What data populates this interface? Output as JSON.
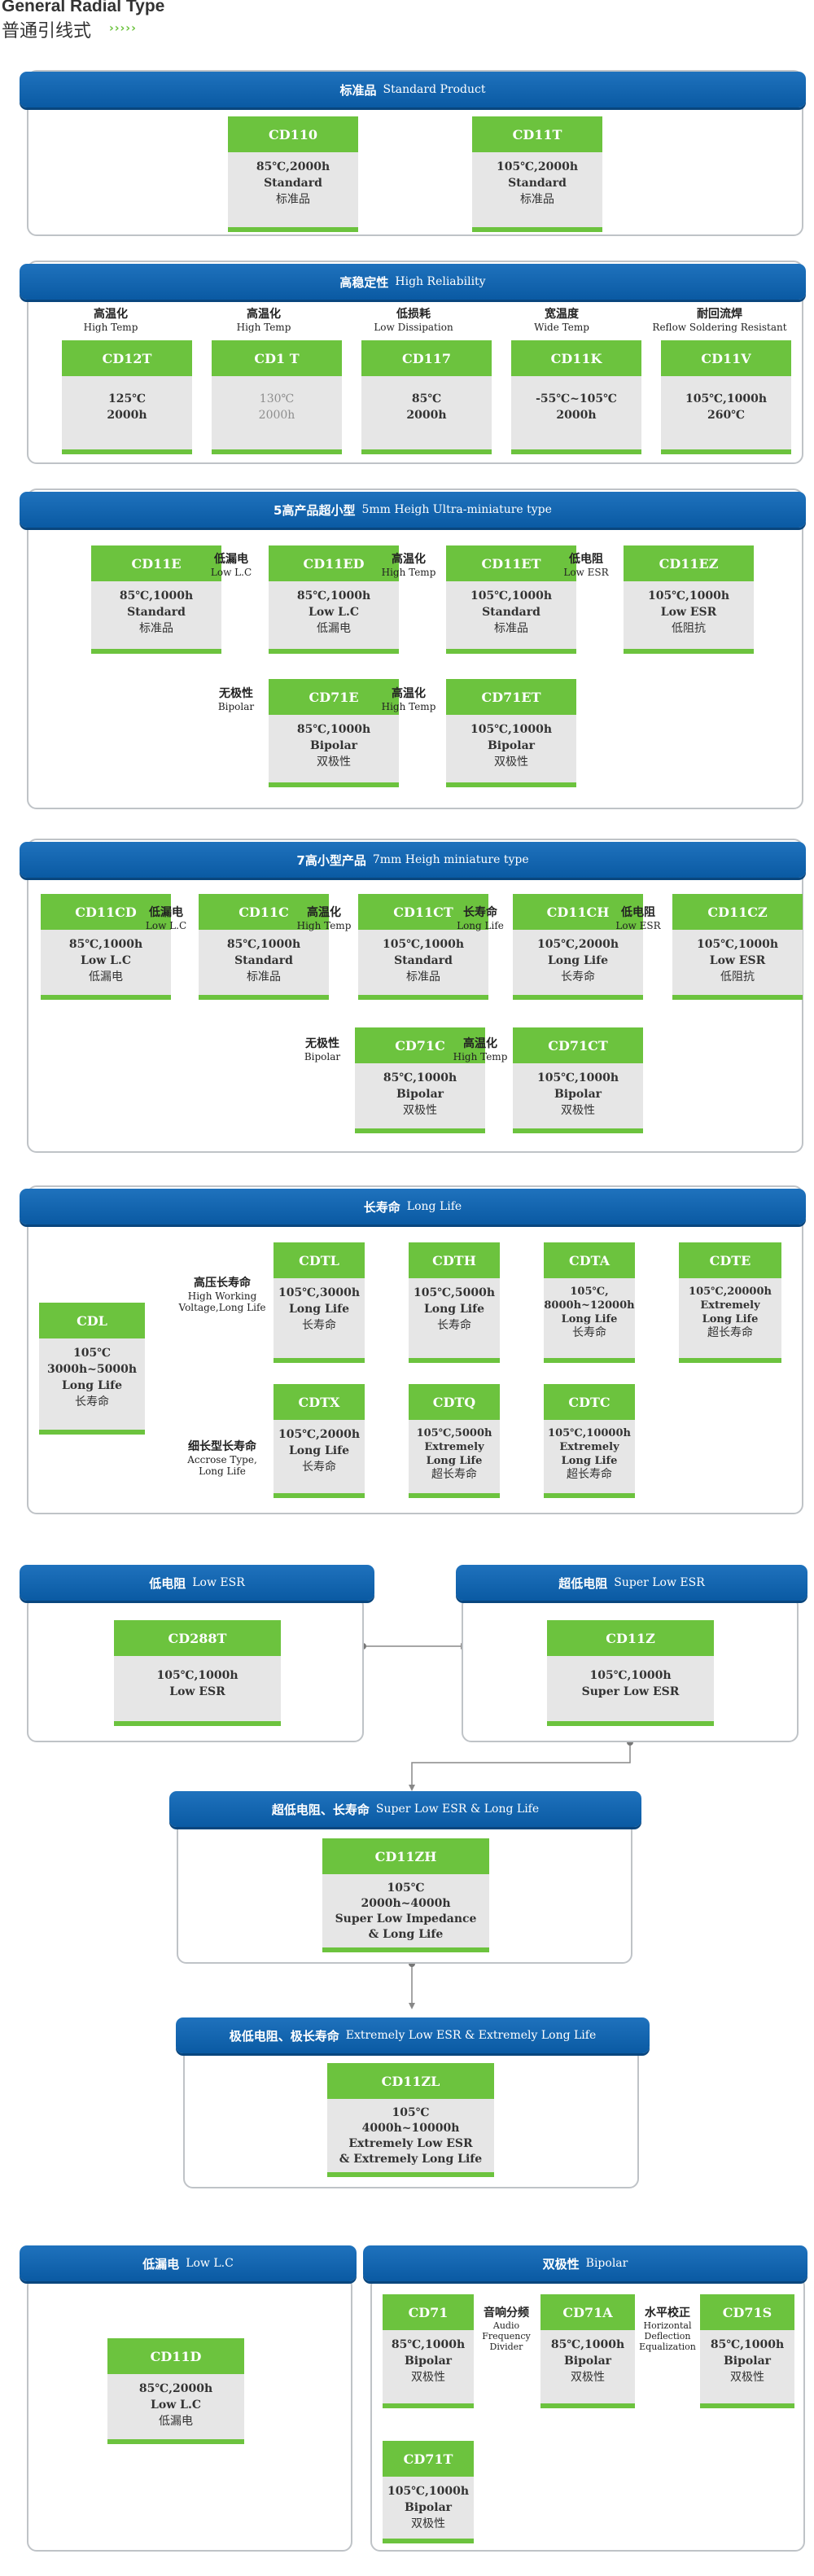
{
  "header": {
    "title": "General Radial Type",
    "subtitle": "普通引线式",
    "arrows": "›››››"
  },
  "s1": {
    "zh": "标准品",
    "en": "Standard  Product",
    "boxes": [
      {
        "code": "CD110",
        "l1": "85℃,2000h",
        "l2": "Standard",
        "l3": "标准品"
      },
      {
        "code": "CD11T",
        "l1": "105℃,2000h",
        "l2": "Standard",
        "l3": "标准品"
      }
    ]
  },
  "s2": {
    "zh": "高稳定性",
    "en": "High Reliability",
    "items": [
      {
        "hzh": "高温化",
        "hen": "High Temp",
        "code": "CD12T",
        "l1": "125℃",
        "l2": "2000h"
      },
      {
        "hzh": "高温化",
        "hen": "High Temp",
        "code": "CD1  T",
        "l1": "130℃",
        "l2": "2000h"
      },
      {
        "hzh": "低损耗",
        "hen": "Low Dissipation",
        "code": "CD117",
        "l1": "85℃",
        "l2": "2000h"
      },
      {
        "hzh": "宽温度",
        "hen": "Wide Temp",
        "code": "CD11K",
        "l1": "-55℃~105℃",
        "l2": "2000h"
      },
      {
        "hzh": "耐回流焊",
        "hen": "Reflow Soldering Resistant",
        "code": "CD11V",
        "l1": "105℃,1000h",
        "l2": "260℃"
      }
    ]
  },
  "s3": {
    "zh": "5高产品超小型",
    "en": "5mm Heigh Ultra-miniature type",
    "boxes": [
      {
        "code": "CD11E",
        "l1": "85℃,1000h",
        "l2": "Standard",
        "l3": "标准品"
      },
      {
        "code": "CD11ED",
        "l1": "85℃,1000h",
        "l2": "Low L.C",
        "l3": "低漏电"
      },
      {
        "code": "CD11ET",
        "l1": "105℃,1000h",
        "l2": "Standard",
        "l3": "标准品"
      },
      {
        "code": "CD11EZ",
        "l1": "105℃,1000h",
        "l2": "Low  ESR",
        "l3": "低阻抗"
      },
      {
        "code": "CD71E",
        "l1": "85℃,1000h",
        "l2": "Bipolar",
        "l3": "双极性"
      },
      {
        "code": "CD71ET",
        "l1": "105℃,1000h",
        "l2": "Bipolar",
        "l3": "双极性"
      }
    ],
    "labels": [
      {
        "zh": "低漏电",
        "en": "Low L.C"
      },
      {
        "zh": "高温化",
        "en": "High Temp"
      },
      {
        "zh": "低电阻",
        "en": "Low ESR"
      },
      {
        "zh": "无极性",
        "en": "Bipolar"
      },
      {
        "zh": "高温化",
        "en": "High Temp"
      }
    ]
  },
  "s4": {
    "zh": "7高小型产品",
    "en": "7mm Heigh miniature type",
    "boxes": [
      {
        "code": "CD11CD",
        "l1": "85℃,1000h",
        "l2": "Low L.C",
        "l3": "低漏电"
      },
      {
        "code": "CD11C",
        "l1": "85℃,1000h",
        "l2": "Standard",
        "l3": "标准品"
      },
      {
        "code": "CD11CT",
        "l1": "105℃,1000h",
        "l2": "Standard",
        "l3": "标准品"
      },
      {
        "code": "CD11CH",
        "l1": "105℃,2000h",
        "l2": "Long Life",
        "l3": "长寿命"
      },
      {
        "code": "CD11CZ",
        "l1": "105℃,1000h",
        "l2": "Low  ESR",
        "l3": "低阻抗"
      },
      {
        "code": "CD71C",
        "l1": "85℃,1000h",
        "l2": "Bipolar",
        "l3": "双极性"
      },
      {
        "code": "CD71CT",
        "l1": "105℃,1000h",
        "l2": "Bipolar",
        "l3": "双极性"
      }
    ],
    "labels": [
      {
        "zh": "低漏电",
        "en": "Low L.C"
      },
      {
        "zh": "高温化",
        "en": "High Temp"
      },
      {
        "zh": "长寿命",
        "en": "Long Life"
      },
      {
        "zh": "低电阻",
        "en": "Low ESR"
      },
      {
        "zh": "无极性",
        "en": "Bipolar"
      },
      {
        "zh": "高温化",
        "en": "High Temp"
      }
    ]
  },
  "s5": {
    "zh": "长寿命",
    "en": "Long Life",
    "cdl": {
      "code": "CDL",
      "l1": "105℃",
      "l2": "3000h~5000h",
      "l3": "Long Life",
      "l4": "长寿命"
    },
    "lab_top": {
      "zh": "高压长寿命",
      "en1": "High Working",
      "en2": "Voltage,Long Life"
    },
    "lab_bot": {
      "zh": "细长型长寿命",
      "en1": "Accrose Type,",
      "en2": "Long Life"
    },
    "boxes": [
      {
        "code": "CDTL",
        "l1": "105℃,3000h",
        "l2": "Long Life",
        "l3": "长寿命"
      },
      {
        "code": "CDTH",
        "l1": "105℃,5000h",
        "l2": "Long Life",
        "l3": "长寿命"
      },
      {
        "code": "CDTA",
        "l1": "105℃,",
        "l2": "8000h~12000h",
        "l3": "Long Life",
        "l4": "长寿命"
      },
      {
        "code": "CDTE",
        "l1": "105℃,20000h",
        "l2": "Extremely",
        "l3": "Long Life",
        "l4": "超长寿命"
      },
      {
        "code": "CDTX",
        "l1": "105℃,2000h",
        "l2": "Long Life",
        "l3": "长寿命"
      },
      {
        "code": "CDTQ",
        "l1": "105℃,5000h",
        "l2": "Extremely",
        "l3": "Long Life",
        "l4": "超长寿命"
      },
      {
        "code": "CDTC",
        "l1": "105℃,10000h",
        "l2": "Extremely",
        "l3": "Long Life",
        "l4": "超长寿命"
      }
    ]
  },
  "s6": {
    "left": {
      "zh": "低电阻",
      "en": "Low ESR",
      "code": "CD288T",
      "l1": "105℃,1000h",
      "l2": "Low ESR"
    },
    "right": {
      "zh": "超低电阻",
      "en": "Super Low ESR",
      "code": "CD11Z",
      "l1": "105℃,1000h",
      "l2": "Super Low ESR"
    }
  },
  "s7": {
    "zh": "超低电阻、长寿命",
    "en": "Super Low ESR & Long Life",
    "code": "CD11ZH",
    "l1": "105℃",
    "l2": "2000h~4000h",
    "l3": "Super Low Impedance",
    "l4": "& Long Life"
  },
  "s8": {
    "zh": "极低电阻、极长寿命",
    "en": "Extremely Low ESR & Extremely Long Life",
    "code": "CD11ZL",
    "l1": "105℃",
    "l2": "4000h~10000h",
    "l3": "Extremely Low ESR",
    "l4": "& Extremely Long Life"
  },
  "s9": {
    "zh": "低漏电",
    "en": "Low L.C",
    "code": "CD11D",
    "l1": "85℃,2000h",
    "l2": "Low L.C",
    "l3": "低漏电"
  },
  "s10": {
    "zh": "双极性",
    "en": "Bipolar",
    "boxes": [
      {
        "code": "CD71",
        "l1": "85℃,1000h",
        "l2": "Bipolar",
        "l3": "双极性"
      },
      {
        "code": "CD71A",
        "l1": "85℃,1000h",
        "l2": "Bipolar",
        "l3": "双极性"
      },
      {
        "code": "CD71S",
        "l1": "85℃,1000h",
        "l2": "Bipolar",
        "l3": "双极性"
      },
      {
        "code": "CD71T",
        "l1": "105℃,1000h",
        "l2": "Bipolar",
        "l3": "双极性"
      }
    ],
    "lab1": {
      "zh": "音响分频",
      "en1": "Audio",
      "en2": "Frequency",
      "en3": "Divider"
    },
    "lab2": {
      "zh": "水平校正",
      "en1": "Horizontal",
      "en2": "Deflection",
      "en3": "Equalization"
    }
  },
  "colors": {
    "green": "#6cc33e",
    "blue": "#0a5aa3"
  }
}
